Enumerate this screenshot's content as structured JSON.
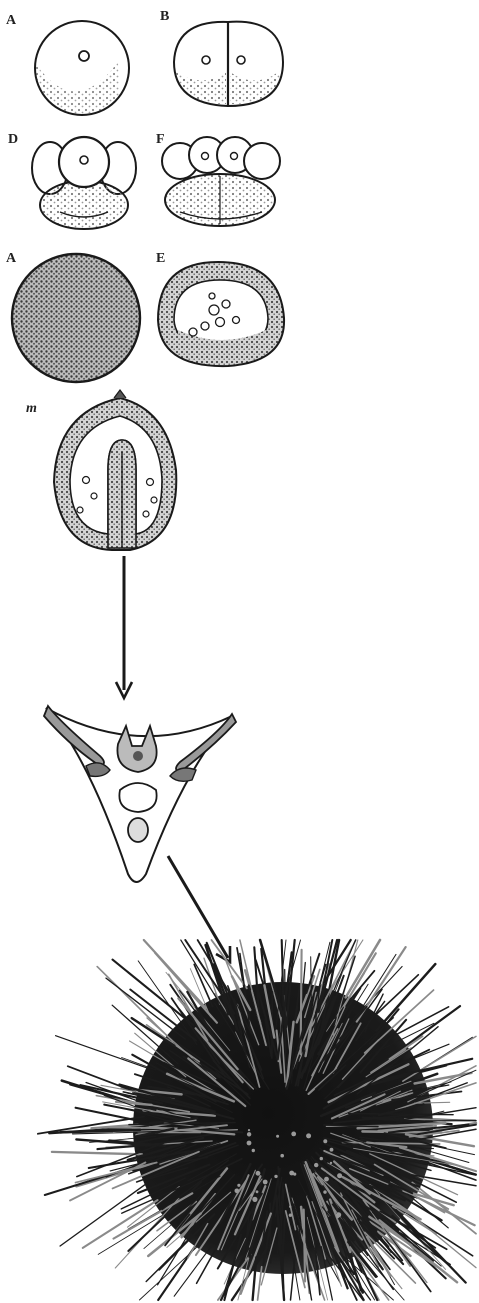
{
  "figure": {
    "panel_labels": [
      "A",
      "B",
      "D",
      "F",
      "A",
      "E",
      "m"
    ],
    "stages": [
      {
        "id": "single-cell"
      },
      {
        "id": "two-cell"
      },
      {
        "id": "four-cell"
      },
      {
        "id": "eight-cell"
      },
      {
        "id": "morula"
      },
      {
        "id": "blastula"
      },
      {
        "id": "gastrula"
      },
      {
        "id": "pluteus-larva"
      },
      {
        "id": "adult-sea-urchin"
      }
    ],
    "colors": {
      "ink": "#1a1a1a",
      "stipple": "#777777",
      "background": "#ffffff"
    }
  }
}
